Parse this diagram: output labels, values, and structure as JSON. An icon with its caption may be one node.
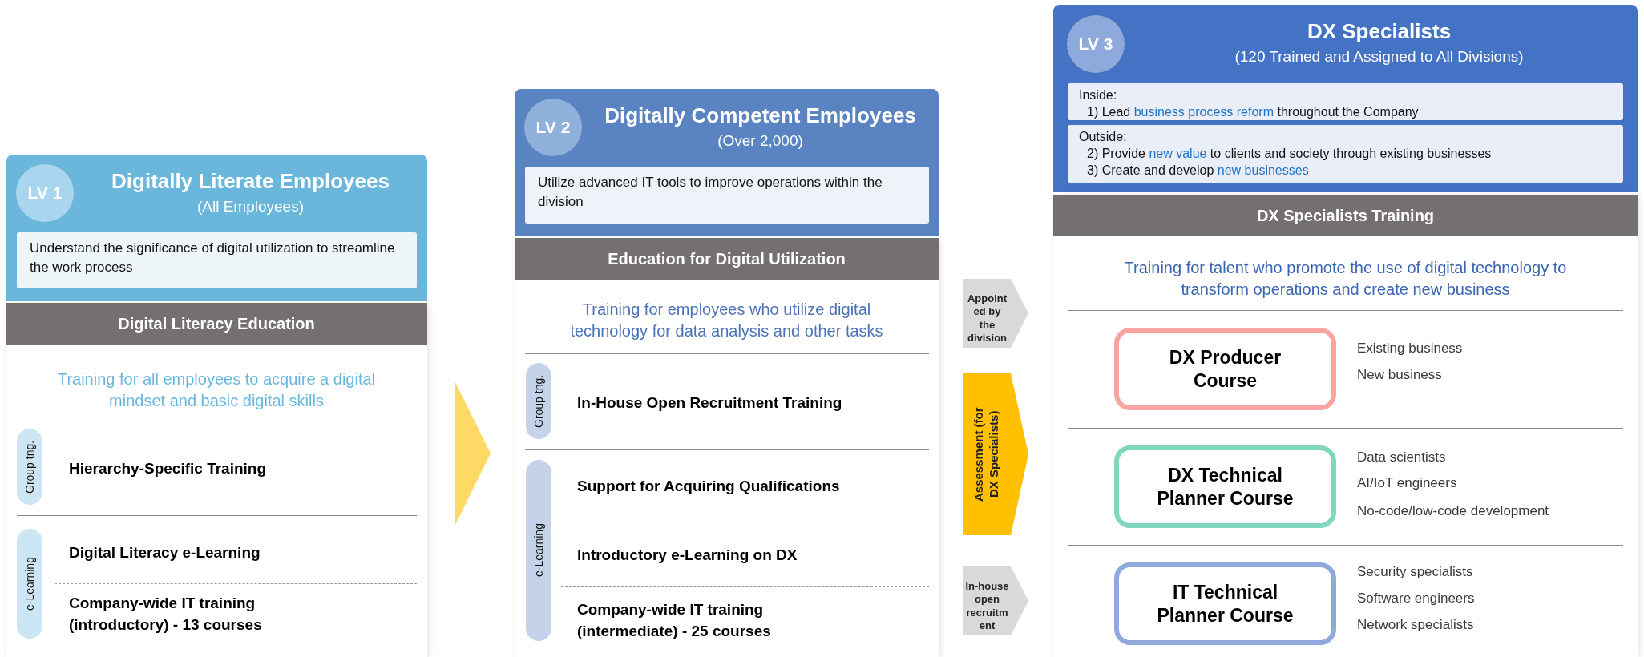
{
  "diagram": {
    "nodes": [
      {
        "text": [
          "Digitally Literate Employees",
          "(All Employees)"
        ]
      },
      {
        "text": [
          "LV 1"
        ],
        "in": 0
      },
      {
        "text": [
          "Understand the significance of digital utilization to streamline the work process"
        ],
        "in": 0
      },
      {
        "text": [
          "Digital Literacy Education",
          "Training for all employees to acquire a digital mindset and basic digital skills"
        ]
      },
      {
        "text": [
          "Group tng."
        ],
        "in": 3
      },
      {
        "text": [
          "e-Learning"
        ],
        "in": 3
      },
      {
        "text": [
          "Digitally Competent Employees",
          "(Over 2,000)"
        ]
      },
      {
        "text": [
          "LV 2"
        ],
        "in": 6
      },
      {
        "text": [
          "Utilize advanced IT tools to improve operations within the division"
        ],
        "in": 6
      },
      {
        "text": [
          "Education for Digital Utilization",
          "Training for employees who utilize digital technology for data analysis and other tasks"
        ]
      },
      {
        "text": [
          "Group tng."
        ],
        "in": 9
      },
      {
        "text": [
          "e-Learning"
        ],
        "in": 9
      },
      {
        "text": [
          "DX Specialists",
          "(120 Trained and Assigned to All Divisions)"
        ]
      },
      {
        "text": [
          "LV 3"
        ],
        "in": 12
      },
      {
        "text": [
          "Inside:",
          "1) Lead **business process reform** throughout the Company"
        ],
        "in": 12
      },
      {
        "text": [
          "Outside:",
          "2) Provide **new value** to clients and society through existing businesses",
          "3) Create and develop **new businesses**"
        ],
        "in": 12
      },
      {
        "text": [
          "DX Specialists Training",
          "Training for talent who promote the use of digital technology to transform operations and create new business"
        ]
      },
      {
        "text": [
          "DX Producer Course"
        ],
        "in": 16,
        "beside": [
          "Existing business",
          "New business"
        ]
      },
      {
        "text": [
          "DX Technical Planner Course"
        ],
        "in": 16,
        "beside": [
          "Data scientists",
          "AI/IoT engineers",
          "No-code/low-code development"
        ]
      },
      {
        "text": [
          "IT Technical Planner Course"
        ],
        "in": 16,
        "beside": [
          "Security specialists",
          "Software engineers",
          "Network specialists"
        ]
      }
    ],
    "edges": [
      {
        "from": 3,
        "to": 9,
        "arrow": "to",
        "color": "#ffd966"
      },
      {
        "from": 9,
        "to": 16,
        "arrow": "to",
        "label": "Appointed by the division"
      },
      {
        "from": 9,
        "to": 16,
        "arrow": "to",
        "label": "Assessment (for DX Specialists)",
        "color": "#ffc000"
      },
      {
        "from": 9,
        "to": 16,
        "arrow": "to",
        "label": "In-house open recruitment"
      }
    ],
    "labels": [
      "Hierarchy-Specific Training",
      "Digital Literacy e-Learning",
      "Company-wide IT training (introductory) - 13 courses",
      "In-House Open Recruitment Training",
      "Support for Acquiring Qualifications",
      "Introductory e-Learning on DX",
      "Company-wide IT training (intermediate) - 25 courses"
    ]
  }
}
